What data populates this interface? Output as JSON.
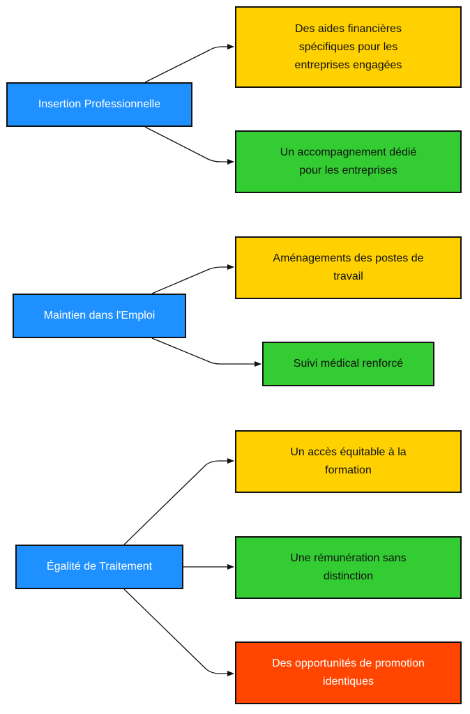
{
  "colors": {
    "root": "#1e90ff",
    "positive": "#ffd100",
    "support": "#33cc33",
    "highlight": "#ff4500",
    "border": "#111111",
    "edge": "#111111"
  },
  "groups": [
    {
      "root": {
        "label": "Insertion Professionnelle",
        "color": "#1e90ff"
      },
      "children": [
        {
          "lines": [
            "Des aides financières",
            "spécifiques pour les",
            "entreprises engagées"
          ],
          "color": "#ffd100"
        },
        {
          "lines": [
            "Un accompagnement dédié",
            "pour les entreprises"
          ],
          "color": "#33cc33"
        }
      ]
    },
    {
      "root": {
        "label": "Maintien dans l'Emploi",
        "color": "#1e90ff"
      },
      "children": [
        {
          "lines": [
            "Aménagements des postes de",
            "travail"
          ],
          "color": "#ffd100"
        },
        {
          "lines": [
            "Suivi médical renforcé"
          ],
          "color": "#33cc33"
        }
      ]
    },
    {
      "root": {
        "label": "Égalité de Traitement",
        "color": "#1e90ff"
      },
      "children": [
        {
          "lines": [
            "Un accès équitable à la",
            "formation"
          ],
          "color": "#ffd100"
        },
        {
          "lines": [
            "Une rémunération sans",
            "distinction"
          ],
          "color": "#33cc33"
        },
        {
          "lines": [
            "Des opportunités de promotion",
            "identiques"
          ],
          "color": "#ff4500"
        }
      ]
    }
  ]
}
